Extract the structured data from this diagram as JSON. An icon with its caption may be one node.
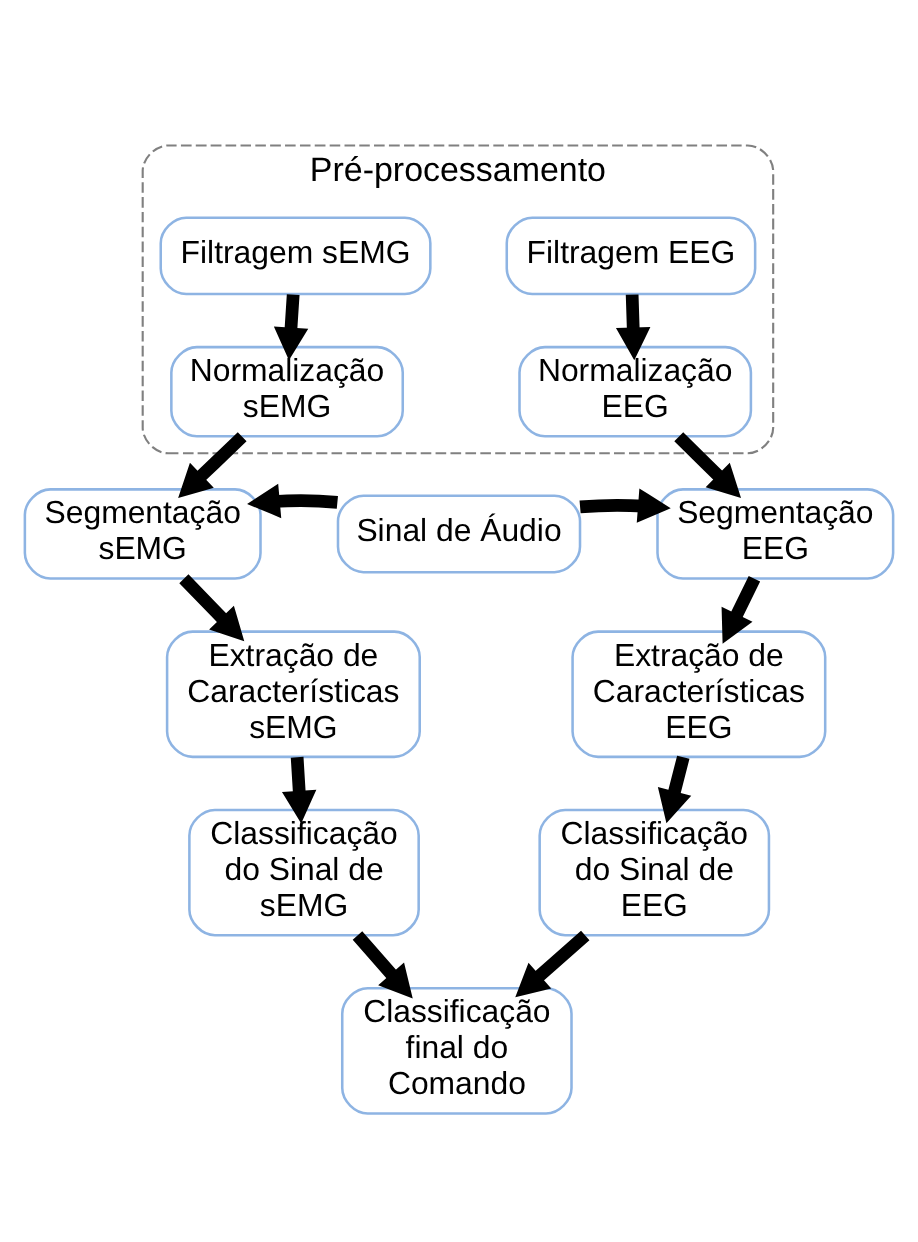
{
  "diagram": {
    "nodes": [
      {
        "text": [
          "Pré-processamento"
        ]
      },
      {
        "text": [
          "Filtragem sEMG"
        ],
        "in": 0
      },
      {
        "text": [
          "Filtragem EEG"
        ],
        "in": 0
      },
      {
        "text": [
          "Normalização sEMG"
        ],
        "in": 0
      },
      {
        "text": [
          "Normalização EEG"
        ],
        "in": 0
      },
      {
        "text": [
          "Segmentação sEMG"
        ]
      },
      {
        "text": [
          "Sinal de Áudio"
        ]
      },
      {
        "text": [
          "Segmentação EEG"
        ]
      },
      {
        "text": [
          "Extração de Características sEMG"
        ]
      },
      {
        "text": [
          "Extração de Características EEG"
        ]
      },
      {
        "text": [
          "Classificação do Sinal de sEMG"
        ]
      },
      {
        "text": [
          "Classificação do Sinal de EEG"
        ]
      },
      {
        "text": [
          "Classificação final do Comando"
        ]
      }
    ],
    "edges": [
      {
        "from": 1,
        "to": 3,
        "arrow": "to"
      },
      {
        "from": 2,
        "to": 4,
        "arrow": "to"
      },
      {
        "from": 3,
        "to": 5,
        "arrow": "to"
      },
      {
        "from": 4,
        "to": 7,
        "arrow": "to"
      },
      {
        "from": 6,
        "to": 5,
        "arrow": "to"
      },
      {
        "from": 6,
        "to": 7,
        "arrow": "to"
      },
      {
        "from": 5,
        "to": 8,
        "arrow": "to"
      },
      {
        "from": 7,
        "to": 9,
        "arrow": "to"
      },
      {
        "from": 8,
        "to": 10,
        "arrow": "to"
      },
      {
        "from": 9,
        "to": 11,
        "arrow": "to"
      },
      {
        "from": 10,
        "to": 12,
        "arrow": "to"
      },
      {
        "from": 11,
        "to": 12,
        "arrow": "to"
      }
    ]
  }
}
